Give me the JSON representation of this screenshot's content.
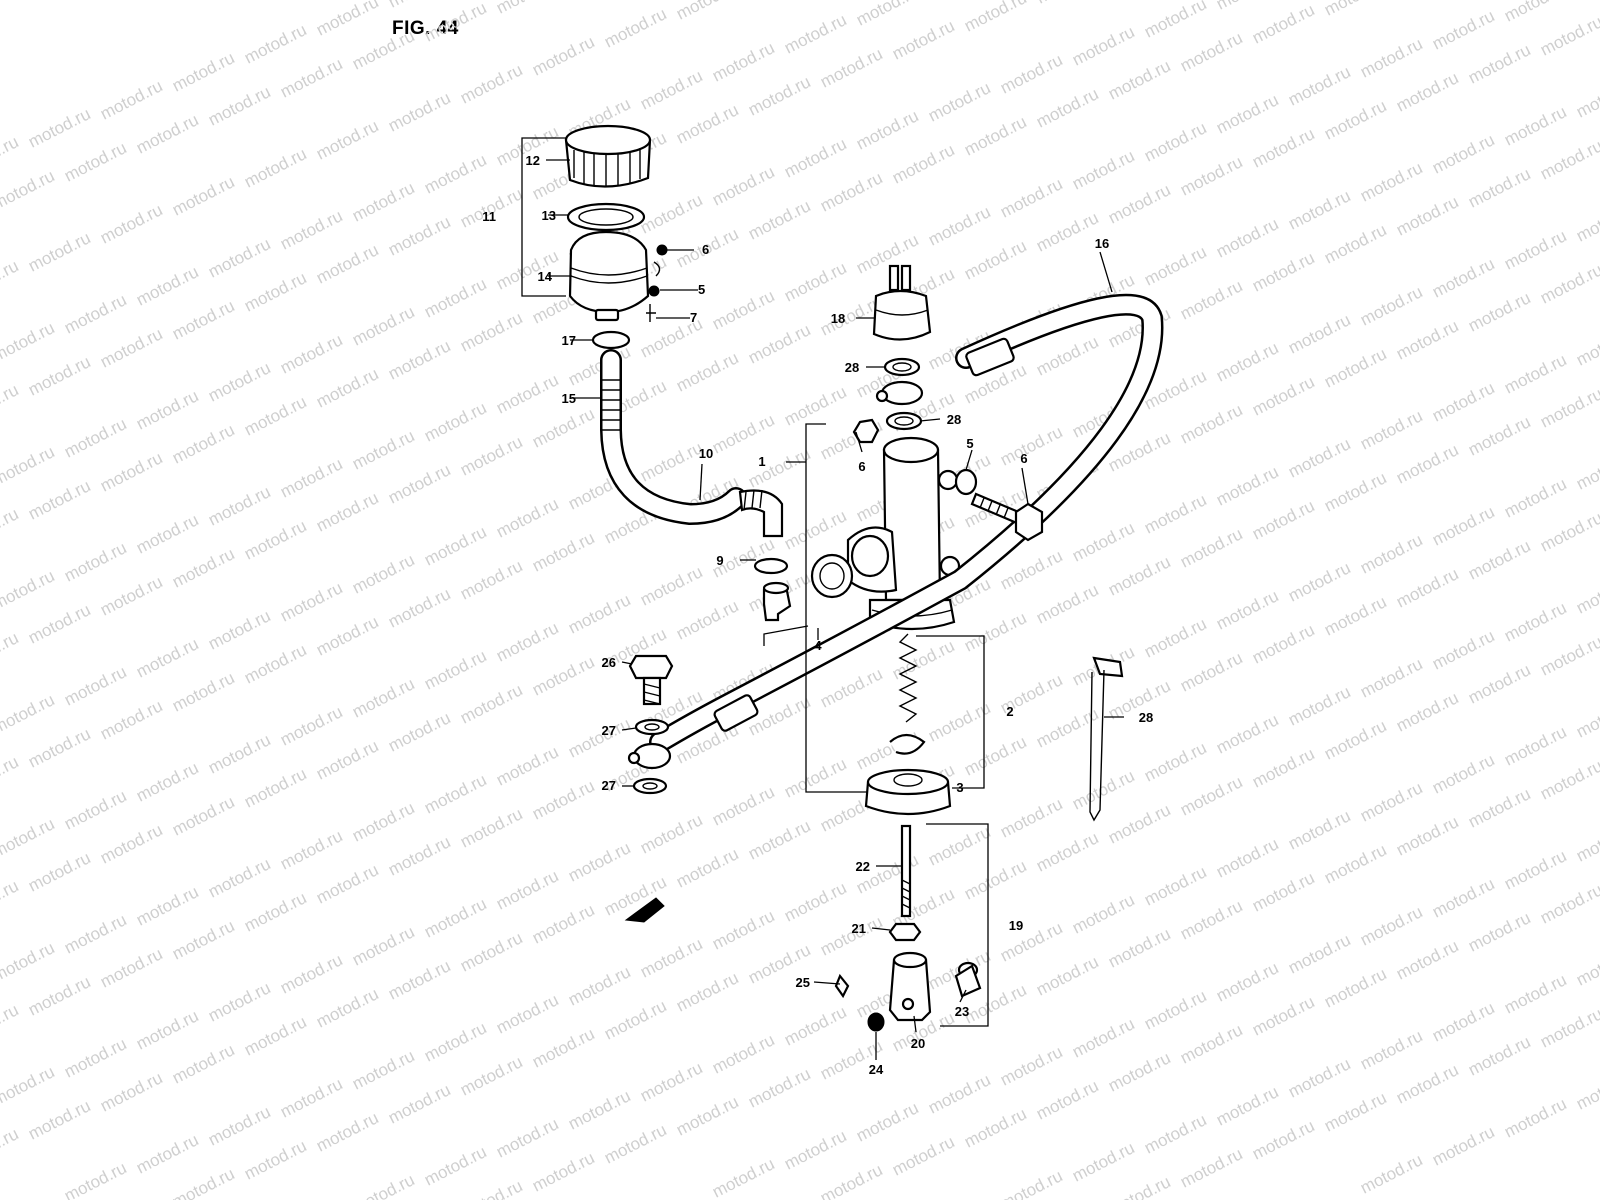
{
  "figure": {
    "title": "FIG. 44",
    "watermark_text": "motod.ru",
    "line_color": "#000000",
    "watermark_color": "#cfcfcf"
  },
  "callouts": {
    "c1": "1",
    "c2": "2",
    "c3": "3",
    "c4": "4",
    "c5a": "5",
    "c5b": "5",
    "c6a": "6",
    "c6b": "6",
    "c6c": "6",
    "c7": "7",
    "c9": "9",
    "c10": "10",
    "c11": "11",
    "c12": "12",
    "c13": "13",
    "c14": "14",
    "c15": "15",
    "c16": "16",
    "c17": "17",
    "c18": "18",
    "c19": "19",
    "c20": "20",
    "c21": "21",
    "c22": "22",
    "c23": "23",
    "c24": "24",
    "c25": "25",
    "c26": "26",
    "c27a": "27",
    "c27b": "27",
    "c28a": "28",
    "c28b": "28",
    "c28c": "28"
  }
}
